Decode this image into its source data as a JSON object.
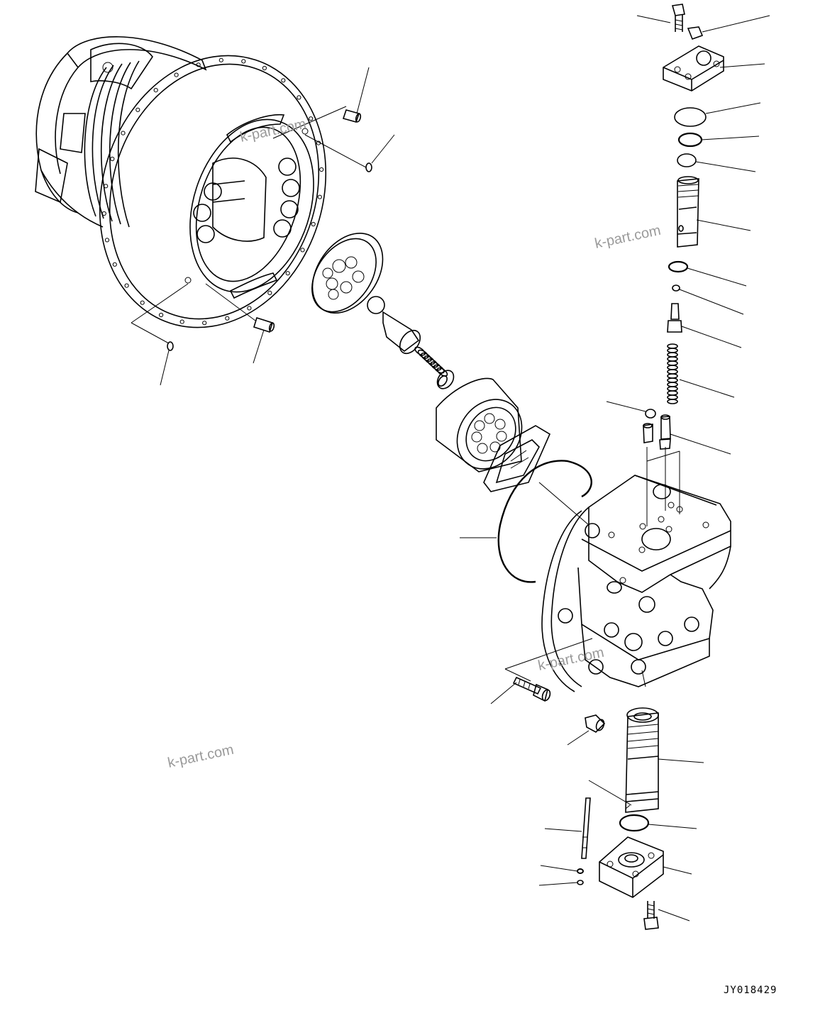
{
  "drawing_code": "JY018429",
  "watermarks": [
    "k-part.com",
    "k-part.com",
    "k-part.com",
    "k-part.com"
  ]
}
